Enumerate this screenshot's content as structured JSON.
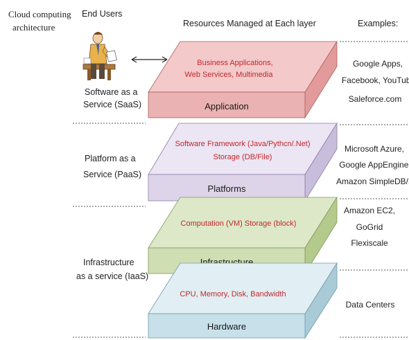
{
  "header": {
    "title_line1": "Cloud computing",
    "title_line2": "architecture",
    "end_users": "End Users",
    "resources": "Resources Managed at Each layer",
    "examples": "Examples:"
  },
  "service_models": {
    "saas_line1": "Software as a",
    "saas_line2": "Service (SaaS)",
    "paas_line1": "Platform as a",
    "paas_line2": "Service (PaaS)",
    "iaas_line1": "Infrastructure",
    "iaas_line2": "as a service (IaaS)"
  },
  "layers": {
    "application": {
      "name": "Application",
      "resources_line1": "Business Applications,",
      "resources_line2": "Web Services,  Multimedia",
      "top_color": "#f3c9c9",
      "side_color": "#e39a9a",
      "front_color": "#eab2b2"
    },
    "platforms": {
      "name": "Platforms",
      "resources_line1": "Software Framework (Java/Pythcn/.Net)",
      "resources_line2": "Storage (DB/File)",
      "top_color": "#ece5f3",
      "side_color": "#c8bddb",
      "front_color": "#ddd4e9"
    },
    "infrastructure": {
      "name": "Infrastructure",
      "resources_line1": "Computation (VM) Storage (block)",
      "top_color": "#dde8c8",
      "side_color": "#b4c98c",
      "front_color": "#cfdeb3"
    },
    "hardware": {
      "name": "Hardware",
      "resources_line1": "CPU, Memory, Disk, Bandwidth",
      "top_color": "#e1eef3",
      "side_color": "#a9cbd7",
      "front_color": "#c7e0ea"
    }
  },
  "examples": {
    "saas_line1": "Google Apps,",
    "saas_line2": "Facebook, YouTube",
    "saas_line3": "Saleforce.com",
    "paas_line1": "Microsoft Azure,",
    "paas_line2": "Google AppEngine,",
    "paas_line3": "Amazon SimpleDB/S",
    "iaas_line1": "Amazon EC2,",
    "iaas_line2": "GoGrid",
    "iaas_line3": "Flexiscale",
    "hw_line1": "Data Centers"
  },
  "colors": {
    "resource_text": "#c0282d",
    "label_text": "#1a1a1a",
    "divider": "#777777"
  }
}
